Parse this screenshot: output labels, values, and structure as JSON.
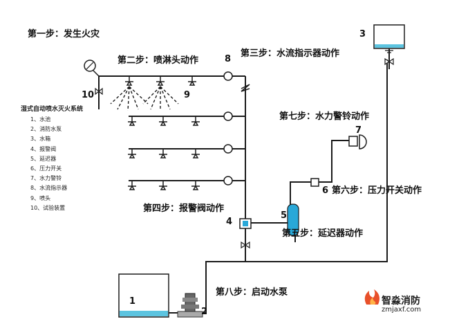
{
  "steps": {
    "step1": "第一步：发生火灾",
    "step2": "第二步：喷淋头动作",
    "step3": "第三步：水流指示器动作",
    "step4": "第四步：报警阀动作",
    "step5": "第五步：延迟器动作",
    "step6": "第六步：压力开关动作",
    "step7": "第七步：水力警铃动作",
    "step8": "第八步：启动水泵"
  },
  "numbers": {
    "n1": "1",
    "n2": "2",
    "n3": "3",
    "n4": "4",
    "n5": "5",
    "n6": "6",
    "n7": "7",
    "n8": "8",
    "n9": "9",
    "n10": "10"
  },
  "legend": {
    "title": "湿式自动喷水灭火系统",
    "items": [
      "1、水池",
      "2、消防水泵",
      "3、水箱",
      "4、报警阀",
      "5、延迟器",
      "6、压力开关",
      "7、水力警铃",
      "8、水流指示器",
      "9、喷头",
      "10、试验装置"
    ]
  },
  "brand": {
    "name": "智淼消防",
    "url": "zmjaxf.com"
  },
  "colors": {
    "pipe": "#1a1a1a",
    "water": "#5cc4e0",
    "component": "#29a8d8",
    "flame": "#e8502a"
  }
}
